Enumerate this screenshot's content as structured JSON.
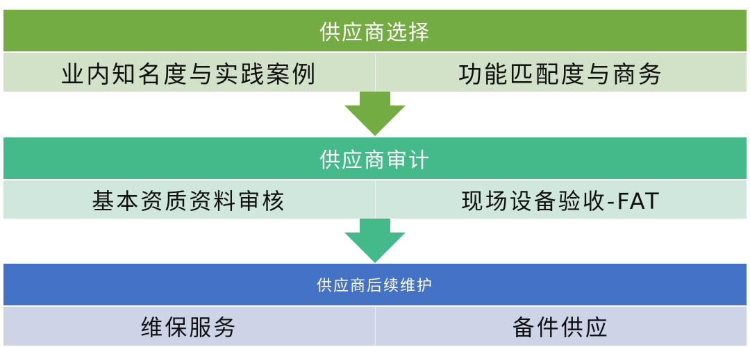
{
  "stages": [
    {
      "title": "供应商选择",
      "items": [
        "业内知名度与实践案例",
        "功能匹配度与商务"
      ],
      "header_color": "#72ac43",
      "row_color": "#d2e2c9"
    },
    {
      "title": "供应商审计",
      "items": [
        "基本资质资料审核",
        "现场设备验收-FAT"
      ],
      "header_color": "#44b98a",
      "row_color": "#cfe7dc"
    },
    {
      "title": "供应商后续维护",
      "items": [
        "维保服务",
        "备件供应"
      ],
      "header_color": "#4472c4",
      "row_color": "#cdd4e7"
    }
  ],
  "arrows": [
    {
      "icon": "down-arrow-icon",
      "color": "#72ac43"
    },
    {
      "icon": "down-arrow-icon",
      "color": "#44b98a"
    }
  ]
}
